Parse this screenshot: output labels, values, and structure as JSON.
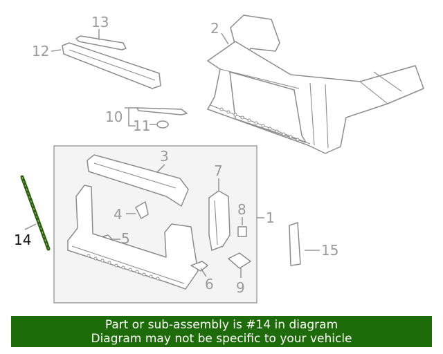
{
  "callouts": {
    "c1": "1",
    "c2": "2",
    "c3": "3",
    "c4": "4",
    "c5": "5",
    "c6": "6",
    "c7": "7",
    "c8": "8",
    "c9": "9",
    "c10": "10",
    "c11": "11",
    "c12": "12",
    "c13": "13",
    "c14": "14",
    "c15": "15"
  },
  "highlighted_part": "14",
  "colors": {
    "banner_bg": "#1e6b09",
    "highlight_part": "#2a5e0c",
    "line_art": "#8c8c8c",
    "subassembly_box": "#f4f4f4"
  },
  "banner": {
    "line1": "Part or sub-assembly is #14 in diagram",
    "line2": "Diagram may not be specific to your vehicle"
  }
}
